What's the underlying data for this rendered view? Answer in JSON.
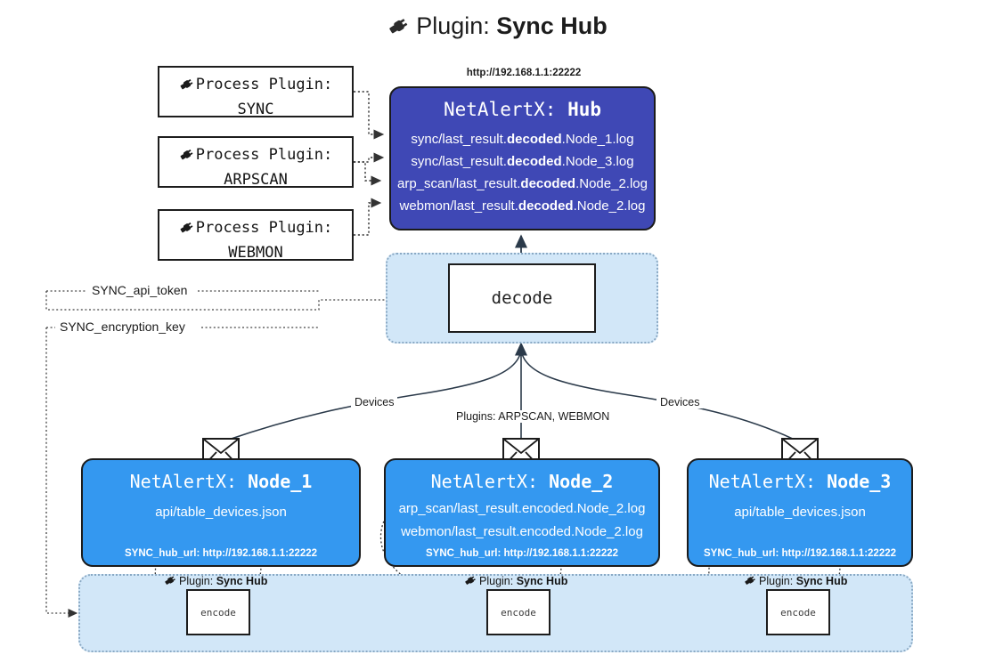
{
  "title": {
    "icon": "plug-icon",
    "prefix": "Plugin: ",
    "name": "Sync Hub"
  },
  "process_plugins": [
    {
      "icon": "plug-icon",
      "line1": "Process Plugin:",
      "line2": "SYNC"
    },
    {
      "icon": "plug-icon",
      "line1": "Process Plugin:",
      "line2": "ARPSCAN"
    },
    {
      "icon": "plug-icon",
      "line1": "Process Plugin:",
      "line2": "WEBMON"
    }
  ],
  "hub": {
    "url": "http://192.168.1.1:22222",
    "title_prefix": "NetAlertX: ",
    "title_name": "Hub",
    "logs": [
      {
        "pre": "sync/last_result.",
        "em": "decoded",
        "post": ".Node_1.log"
      },
      {
        "pre": "sync/last_result.",
        "em": "decoded",
        "post": ".Node_3.log"
      },
      {
        "pre": "arp_scan/last_result.",
        "em": "decoded",
        "post": ".Node_2.log"
      },
      {
        "pre": "webmon/last_result.",
        "em": "decoded",
        "post": ".Node_2.log"
      }
    ]
  },
  "decode": {
    "label": "decode"
  },
  "env_vars": [
    {
      "label": "SYNC_api_token"
    },
    {
      "label": "SYNC_encryption_key"
    }
  ],
  "edge_labels": {
    "devices_left": "Devices",
    "devices_right": "Devices",
    "plugins_center": "Plugins: ARPSCAN, WEBMON"
  },
  "nodes": [
    {
      "icon": "envelope-icon",
      "title_prefix": "NetAlertX: ",
      "title_name": "Node_1",
      "lines": [
        "api/table_devices.json"
      ],
      "hub_url": "SYNC_hub_url: http://192.168.1.1:22222"
    },
    {
      "icon": "envelope-icon",
      "title_prefix": "NetAlertX: ",
      "title_name": "Node_2",
      "lines": [
        "arp_scan/last_result.encoded.Node_2.log",
        "webmon/last_result.encoded.Node_2.log"
      ],
      "hub_url": "SYNC_hub_url: http://192.168.1.1:22222"
    },
    {
      "icon": "envelope-icon",
      "title_prefix": "NetAlertX: ",
      "title_name": "Node_3",
      "lines": [
        "api/table_devices.json"
      ],
      "hub_url": "SYNC_hub_url: http://192.168.1.1:22222"
    }
  ],
  "encoders": [
    {
      "icon": "plug-icon",
      "label_prefix": "Plugin: ",
      "label_name": "Sync Hub",
      "box_label": "encode"
    },
    {
      "icon": "plug-icon",
      "label_prefix": "Plugin: ",
      "label_name": "Sync Hub",
      "box_label": "encode"
    },
    {
      "icon": "plug-icon",
      "label_prefix": "Plugin: ",
      "label_name": "Sync Hub",
      "box_label": "encode"
    }
  ],
  "colors": {
    "hub_fill": "#3f48b5",
    "node_fill": "#3498f0",
    "container_fill": "#d2e7f8",
    "container_border": "#8aa9c4",
    "stroke": "#1b1b1b",
    "background": "#ffffff"
  }
}
